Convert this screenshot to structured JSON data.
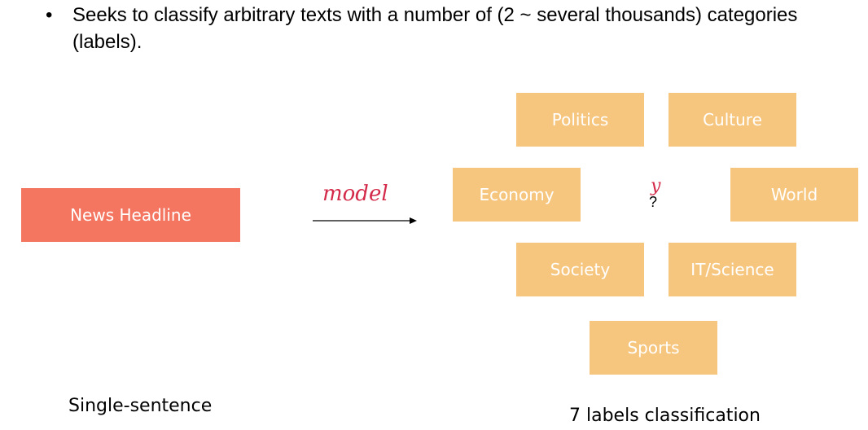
{
  "bullet": {
    "symbol": "•",
    "text": "Seeks to classify arbitrary texts with a number of (2 ~ several thousands) categories (labels)."
  },
  "input_box": {
    "label": "News Headline",
    "color": "#f47560"
  },
  "arrow": {
    "annotation": "model"
  },
  "unknown_label": {
    "mark": "?",
    "annotation": "y"
  },
  "labels": {
    "color": "#f7c67e",
    "items": [
      {
        "label": "Politics"
      },
      {
        "label": "Culture"
      },
      {
        "label": "Economy"
      },
      {
        "label": "World"
      },
      {
        "label": "Society"
      },
      {
        "label": "IT/Science"
      },
      {
        "label": "Sports"
      }
    ]
  },
  "captions": {
    "left": "Single-sentence",
    "right": "7 labels classification"
  },
  "colors": {
    "handwriting": "#d42a4a",
    "text": "#000000"
  }
}
